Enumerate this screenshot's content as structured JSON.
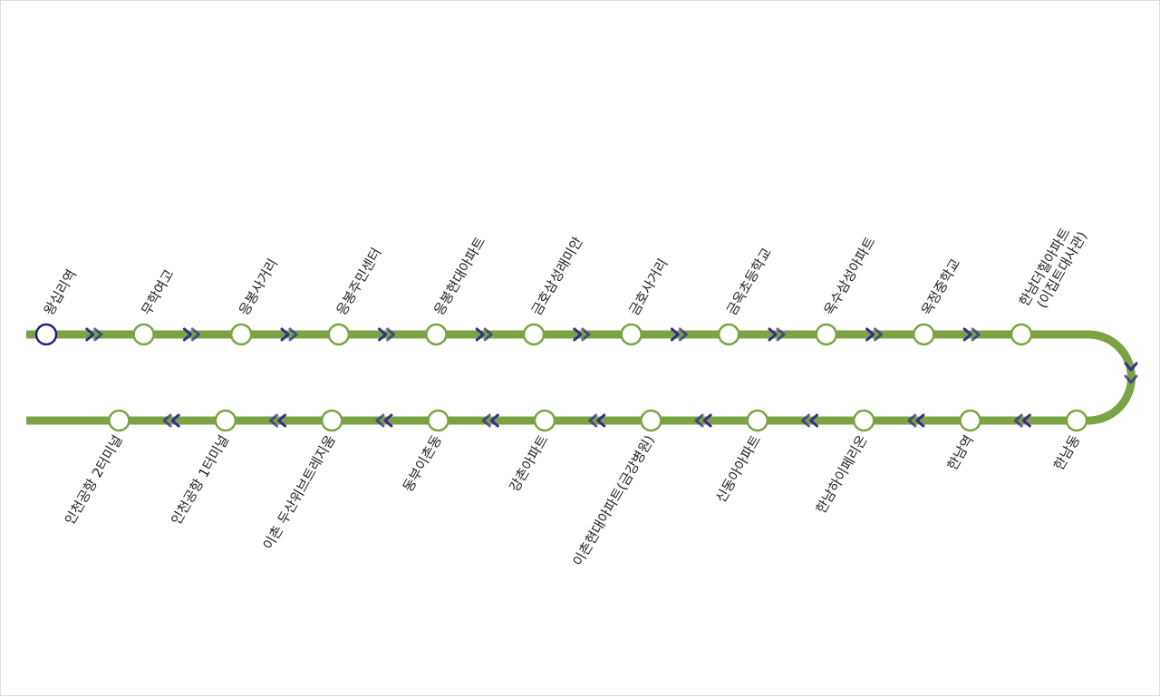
{
  "colors": {
    "line": "#7aa444",
    "station_fill": "#ffffff",
    "arrow": "#3a2a8f",
    "origin_stroke": "#2a1f7a",
    "origin_label": "#2a1f7a",
    "label": "#222222"
  },
  "route": {
    "outbound": [
      {
        "name": "왕십리역",
        "origin": true
      },
      {
        "name": "무학여고"
      },
      {
        "name": "응봉사거리"
      },
      {
        "name": "응봉주민센터"
      },
      {
        "name": "응봉현대아파트"
      },
      {
        "name": "금호삼성래미안"
      },
      {
        "name": "금호사거리"
      },
      {
        "name": "금옥초등학교"
      },
      {
        "name": "옥수삼성아파트"
      },
      {
        "name": "옥정중학교"
      },
      {
        "name": "한남더힐아파트",
        "name2": "(이집트대사관)"
      }
    ],
    "inbound": [
      {
        "name": "한남동"
      },
      {
        "name": "한남역"
      },
      {
        "name": "한남하이페리온"
      },
      {
        "name": "신동아아파트"
      },
      {
        "name": "이촌현대아파트(금강병원)"
      },
      {
        "name": "강촌아파트"
      },
      {
        "name": "동부이촌동"
      },
      {
        "name": "이촌 두산위브트레지움"
      },
      {
        "name": "인천공항 1터미널"
      },
      {
        "name": "인천공항 2터미널"
      }
    ]
  }
}
